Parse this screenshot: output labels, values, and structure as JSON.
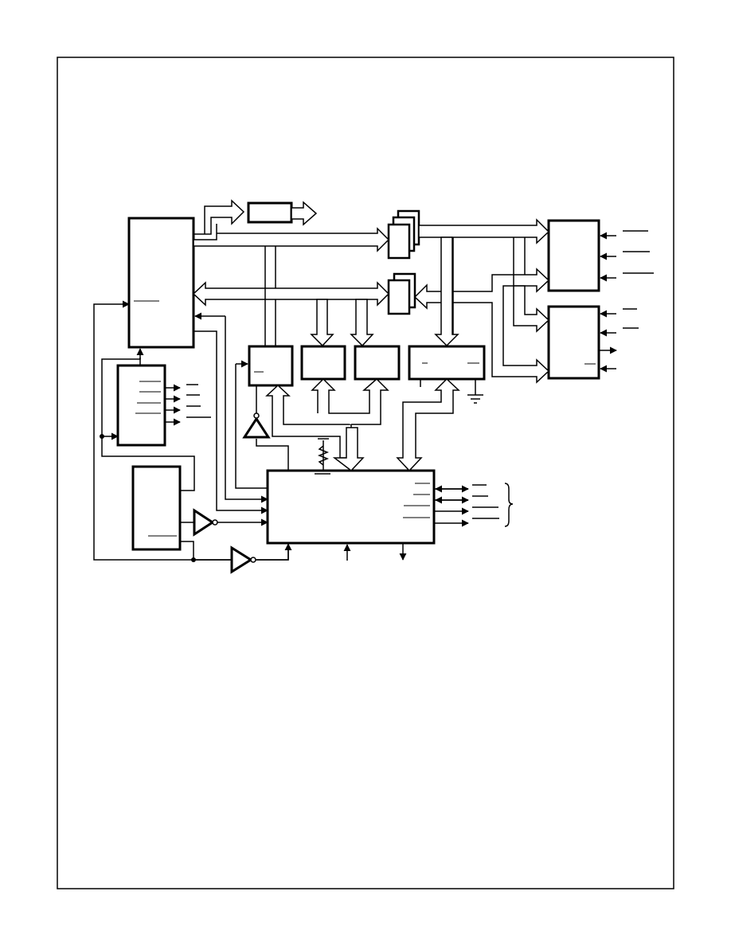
{
  "figure": {
    "title": "",
    "caption": "",
    "line_color": "#000000",
    "background_color": "#ffffff"
  },
  "blocks": [
    {
      "id": "cpu",
      "label": ""
    },
    {
      "id": "bus-output-buffer",
      "label": ""
    },
    {
      "id": "address-latch-stack",
      "label": ""
    },
    {
      "id": "data-transceiver-stack",
      "label": ""
    },
    {
      "id": "memory-block-upper",
      "label": ""
    },
    {
      "id": "memory-block-lower",
      "label": ""
    },
    {
      "id": "decoder",
      "label": ""
    },
    {
      "id": "latch-a",
      "label": ""
    },
    {
      "id": "latch-b",
      "label": ""
    },
    {
      "id": "latch-c",
      "label": ""
    },
    {
      "id": "wide-register",
      "label": ""
    },
    {
      "id": "clock-generator",
      "label": ""
    },
    {
      "id": "controller",
      "label": ""
    }
  ],
  "icons": [
    "inverter-icon",
    "resistor-icon",
    "ground-icon",
    "brace-icon",
    "bus-arrow-icon"
  ]
}
